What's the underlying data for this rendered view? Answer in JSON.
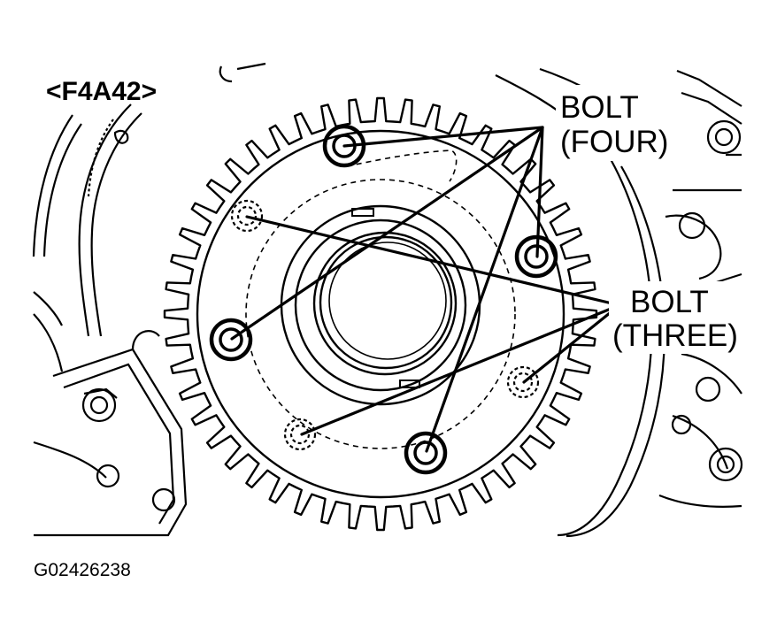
{
  "diagram": {
    "title": "<F4A42>",
    "figure_code": "G02426238",
    "callouts": {
      "four": {
        "line1": "BOLT",
        "line2": "(FOUR)"
      },
      "three": {
        "line1": "BOLT",
        "line2": "(THREE)"
      }
    },
    "gear": {
      "teeth": 48
    },
    "colors": {
      "ink": "#000000",
      "paper": "#ffffff"
    }
  }
}
